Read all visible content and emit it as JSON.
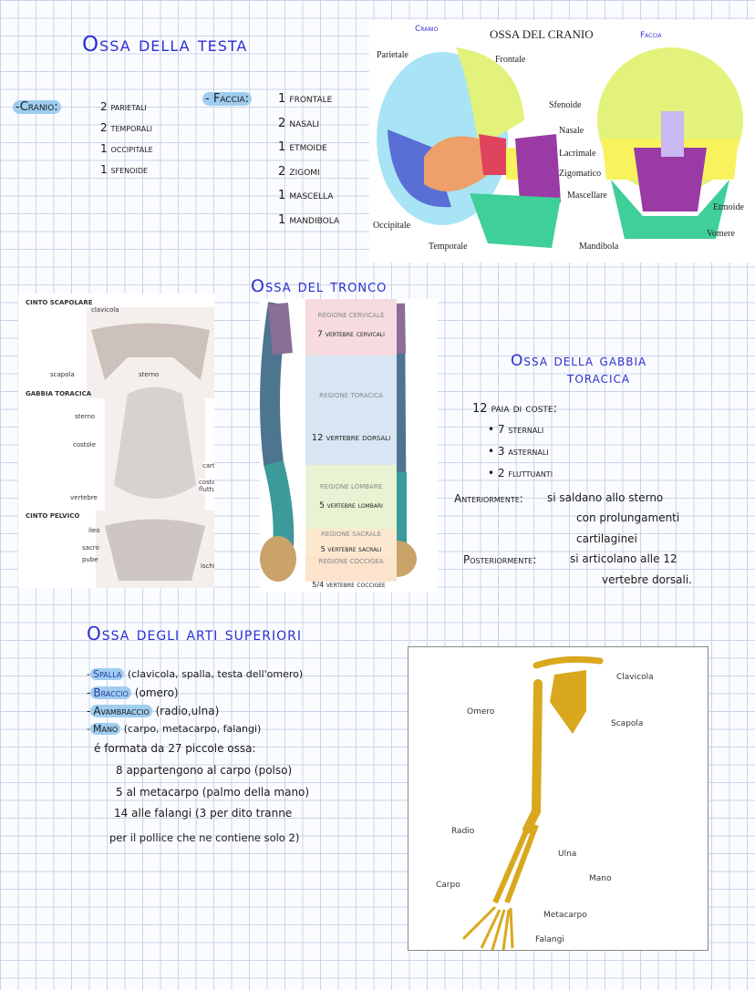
{
  "testa": {
    "title": "Ossa della testa",
    "cranio": {
      "label": "-Cranio:",
      "items": [
        "2 parietali",
        "2 temporali",
        "1 occipitale",
        "1 sfenoide"
      ]
    },
    "faccia": {
      "label": "- Faccia:",
      "items": [
        "1 frontale",
        "2 nasali",
        "1 etmoide",
        "2 zigomi",
        "1 mascella",
        "1 mandibola"
      ]
    }
  },
  "skull_image": {
    "title": "OSSA DEL CRANIO",
    "note_left": "Cranio",
    "note_right": "Faccia",
    "labels": [
      "Parietale",
      "Frontale",
      "Sfenoide",
      "Nasale",
      "Lacrimale",
      "Zigomatico",
      "Mascellare",
      "Occipitale",
      "Temporale",
      "Mandibola",
      "Etmoide",
      "Vomere"
    ]
  },
  "tronco": {
    "title": "Ossa del tronco"
  },
  "torso_image": {
    "sections": [
      "CINTO SCAPOLARE",
      "GABBIA TORACICA",
      "CINTO PELVICO"
    ],
    "labels": [
      "clavicola",
      "scapola",
      "sterno",
      "sterno",
      "costole",
      "cartilagine",
      "costole fluttuanti",
      "vertebre",
      "ileo",
      "sacro",
      "pube",
      "ischio"
    ]
  },
  "spine_image": {
    "regions": [
      {
        "name": "REGIONE CERVICALE",
        "note": "7 vertebre cervicali",
        "color": "#f6dbe0"
      },
      {
        "name": "REGIONE TORACICA",
        "note": "12 vertebre dorsali",
        "color": "#d8e6f3"
      },
      {
        "name": "REGIONE LOMBARE",
        "note": "5 vertebre lombari",
        "color": "#e9f2d2"
      },
      {
        "name": "REGIONE SACRALE",
        "note": "5 vertebre sacrali",
        "color": "#fbe8cf"
      },
      {
        "name": "REGIONE COCCIGEA",
        "note": "5/4 vertebre coccigee",
        "color": "#fbe3cc"
      }
    ]
  },
  "gabbia": {
    "title_line1": "Ossa della gabbia",
    "title_line2": "toracica",
    "intro": "12 paia di coste:",
    "items": [
      "• 7 sternali",
      "• 3 asternali",
      "• 2 fluttuanti"
    ],
    "ant_label": "Anteriormente:",
    "ant_text": [
      "si saldano allo sterno",
      "con prolungamenti",
      "cartilaginei"
    ],
    "post_label": "Posteriormente:",
    "post_text": [
      "si articolano alle 12",
      "vertebre dorsali."
    ]
  },
  "arti": {
    "title": "Ossa degli arti superiori",
    "items": [
      {
        "dash": "-",
        "term": "Spalla",
        "desc": "(clavicola, spalla, testa dell'omero)"
      },
      {
        "dash": "-",
        "term": "Braccio",
        "desc": "(omero)"
      },
      {
        "dash": "-",
        "term": "Avambraccio",
        "desc": "(radio,ulna)"
      },
      {
        "dash": "-",
        "term": "Mano",
        "desc": "(carpo, metacarpo, falangi)"
      }
    ],
    "lines": [
      "é formata da 27 piccole ossa:",
      "8 appartengono al carpo (polso)",
      "5 al metacarpo (palmo della mano)",
      "14 alle falangi (3 per dito tranne",
      "per il pollice che ne contiene solo 2)"
    ]
  },
  "arm_image": {
    "labels": [
      "Clavicola",
      "Omero",
      "Scapola",
      "Radio",
      "Ulna",
      "Mano",
      "Carpo",
      "Metacarpo",
      "Falangi"
    ],
    "bone_color": "#d9a81e"
  },
  "colors": {
    "title_ink": "#2b2fd0",
    "highlight": "#9fcdf0"
  }
}
